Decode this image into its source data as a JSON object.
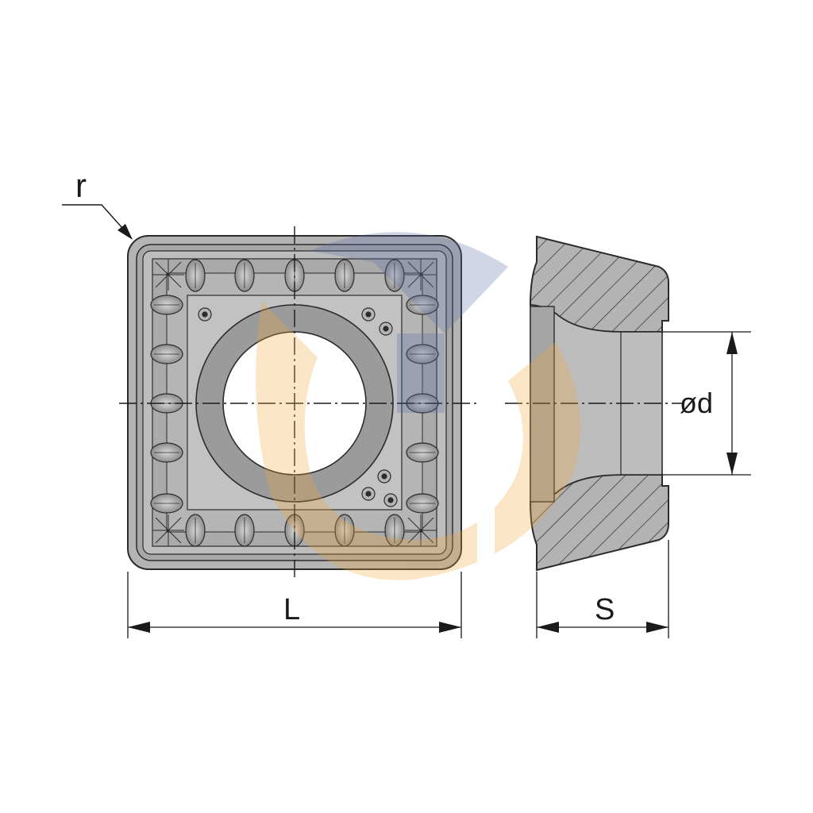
{
  "labels": {
    "radius": "r",
    "length": "L",
    "thickness": "S",
    "hole_diameter": "ød"
  },
  "colors": {
    "insert_fill": "#b9b9b9",
    "insert_dark": "#8f8f8f",
    "outline": "#2b2b2b",
    "hole": "#ffffff",
    "watermark_blue": "#5b6fa8",
    "watermark_orange": "#f2a53a"
  }
}
